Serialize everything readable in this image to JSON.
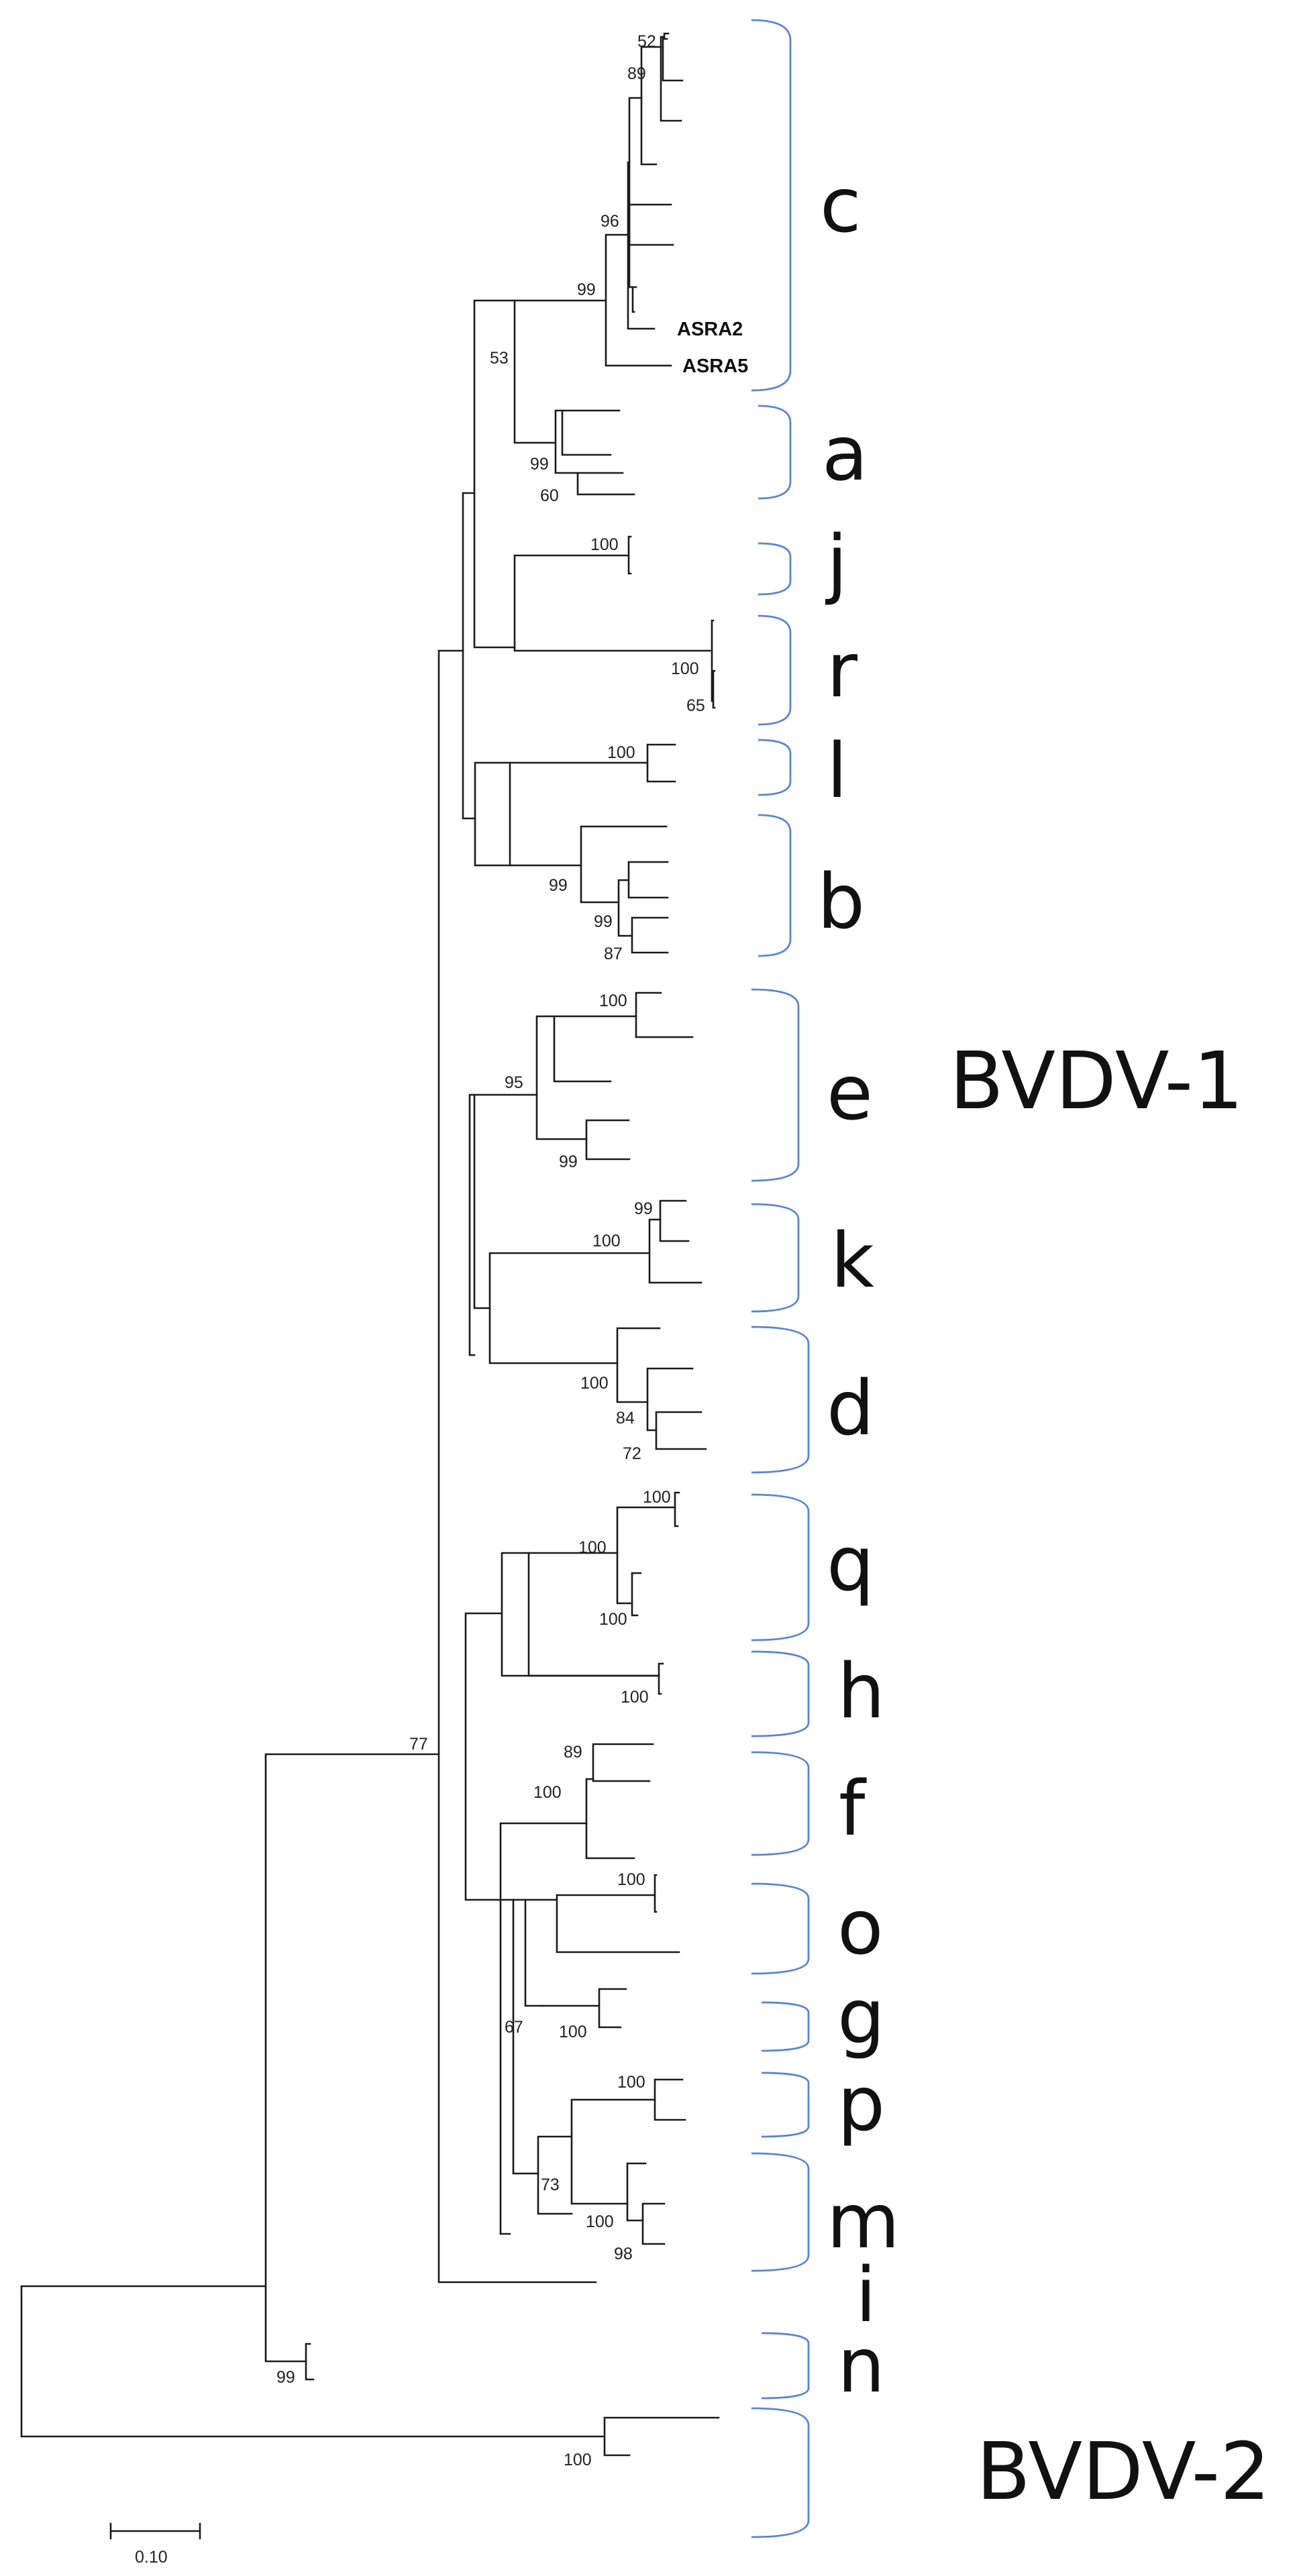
{
  "figure": {
    "genotype_labels": [
      "BVDV-1",
      "BVDV-2"
    ],
    "subgenotype_labels": [
      "c",
      "a",
      "j",
      "r",
      "l",
      "b",
      "e",
      "k",
      "d",
      "q",
      "h",
      "f",
      "o",
      "g",
      "p",
      "m",
      "i",
      "n"
    ],
    "highlighted_taxa": [
      "ASRA2",
      "ASRA5"
    ],
    "bootstrap_values": [
      "52",
      "89",
      "96",
      "99",
      "53",
      "99",
      "60",
      "100",
      "100",
      "65",
      "100",
      "99",
      "99",
      "87",
      "100",
      "95",
      "99",
      "99",
      "100",
      "100",
      "84",
      "72",
      "100",
      "100",
      "100",
      "100",
      "89",
      "100",
      "100",
      "100",
      "67",
      "100",
      "73",
      "100",
      "98",
      "77",
      "99",
      "100"
    ],
    "scale_bar": {
      "label": "0.10",
      "value": 0.1
    },
    "colors": {
      "branches": "#1a1a1a",
      "brackets": "#5b86cf"
    }
  }
}
